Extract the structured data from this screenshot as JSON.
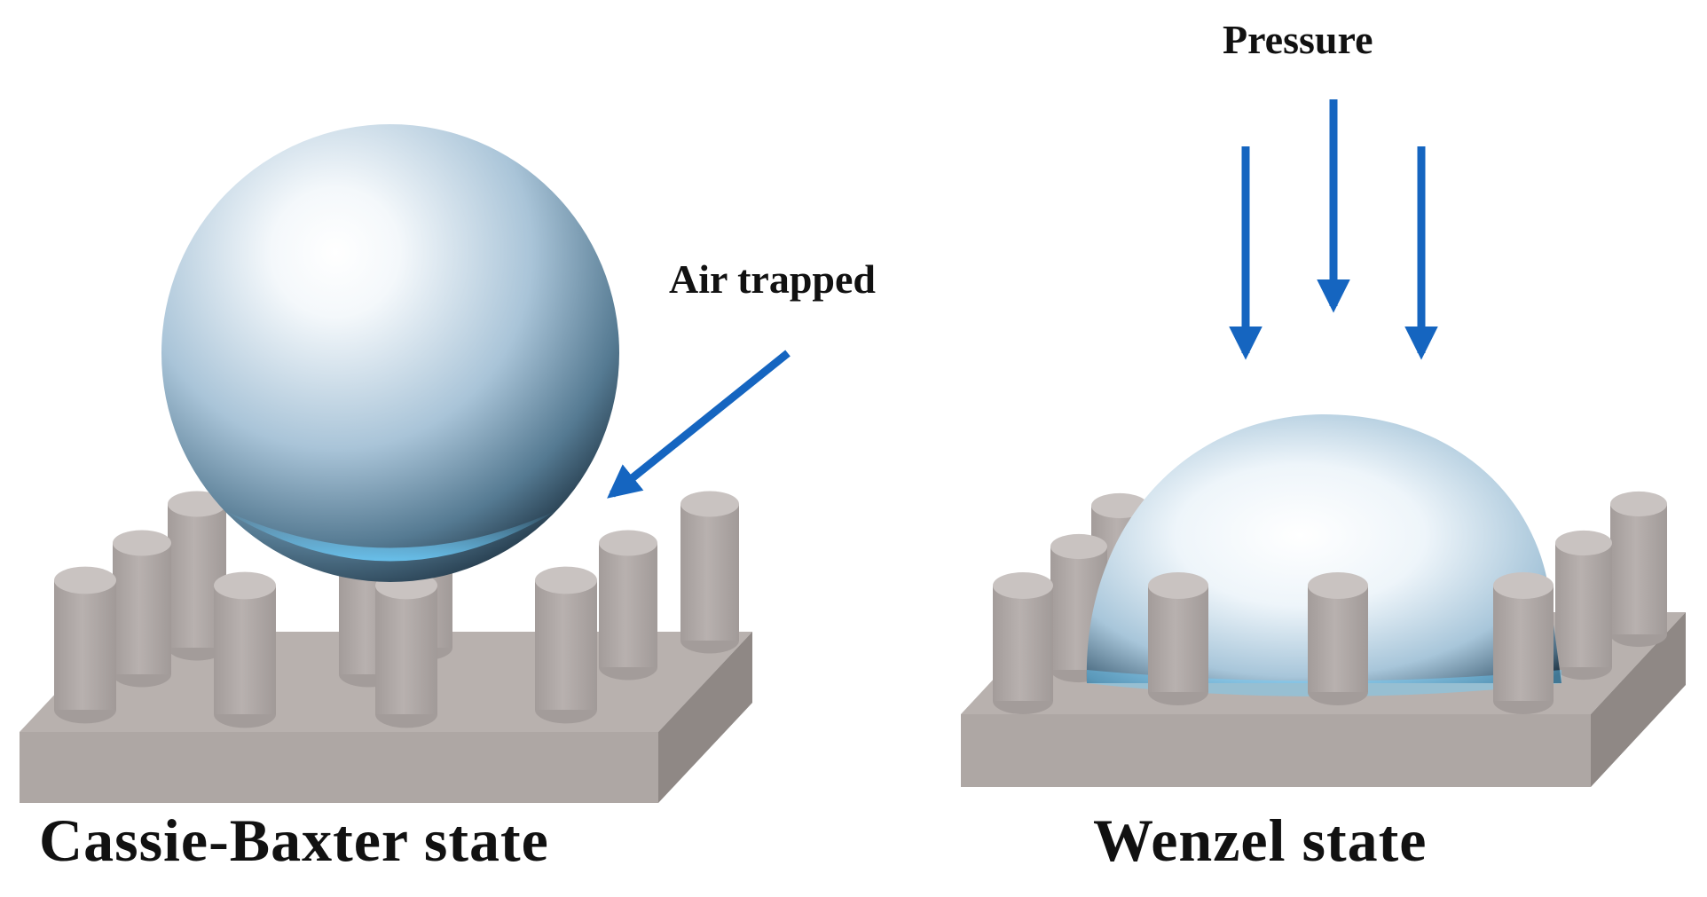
{
  "labels": {
    "cassie_state": "Cassie-Baxter state",
    "wenzel_state": "Wenzel state",
    "air_trapped": "Air trapped",
    "pressure": "Pressure"
  },
  "colors": {
    "arrow": "#1565c0",
    "substrate_top": "#b8b1ae",
    "substrate_front": "#aea7a4",
    "substrate_side": "#8f8885",
    "pillar": "#b2abaa",
    "pillar_top": "#c9c3c1",
    "droplet_highlight": "#ffffff",
    "droplet_mid": "#a9c4d8",
    "droplet_dark": "#1f3444",
    "droplet_rim": "#6fd0ff"
  }
}
